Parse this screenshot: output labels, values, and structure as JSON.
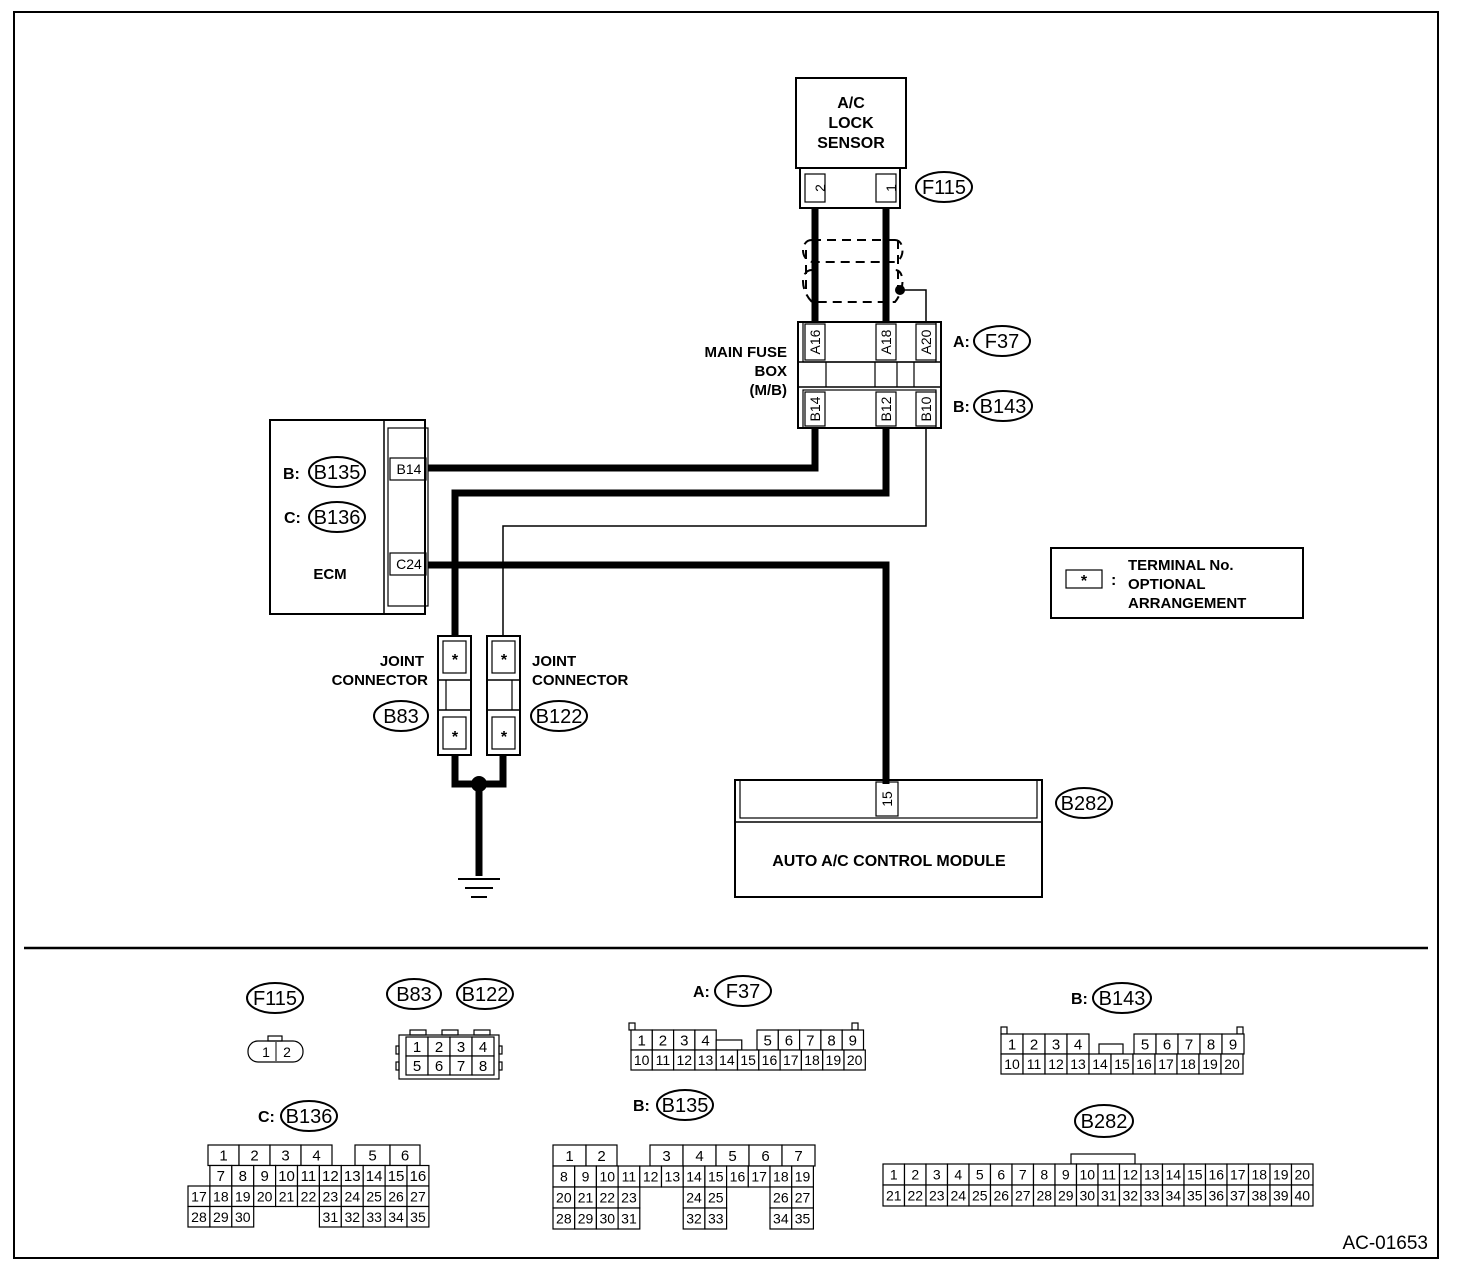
{
  "diagram": {
    "sensor": {
      "lines": [
        "A/C",
        "LOCK",
        "SENSOR"
      ],
      "connector": "F115",
      "pin_left": "2",
      "pin_right": "1"
    },
    "main_fuse_box": {
      "lines": [
        "MAIN FUSE",
        "BOX",
        "(M/B)"
      ],
      "conn_a_prefix": "A:",
      "conn_a": "F37",
      "conn_b_prefix": "B:",
      "conn_b": "B143",
      "pins_a": [
        "A16",
        "A18",
        "A20"
      ],
      "pins_b": [
        "B14",
        "B12",
        "B10"
      ]
    },
    "ecm": {
      "label": "ECM",
      "conn_b_prefix": "B:",
      "conn_b": "B135",
      "conn_c_prefix": "C:",
      "conn_c": "B136",
      "pin_b14": "B14",
      "pin_c24": "C24"
    },
    "joint_left": {
      "lines": [
        "JOINT",
        "CONNECTOR"
      ],
      "connector": "B83",
      "pin": "*"
    },
    "joint_right": {
      "lines": [
        "JOINT",
        "CONNECTOR"
      ],
      "connector": "B122",
      "pin": "*"
    },
    "module": {
      "label": "AUTO A/C CONTROL MODULE",
      "connector": "B282",
      "pin": "15"
    },
    "legend": {
      "symbol": "*",
      "colon": ":",
      "lines": [
        "TERMINAL No.",
        "OPTIONAL",
        "ARRANGEMENT"
      ]
    },
    "figure_id": "AC-01653"
  },
  "connector_views": {
    "f115": {
      "label": "F115",
      "pins": [
        "1",
        "2"
      ]
    },
    "b83_b122": {
      "labels": [
        "B83",
        "B122"
      ],
      "row1": [
        "1",
        "2",
        "3",
        "4"
      ],
      "row2": [
        "5",
        "6",
        "7",
        "8"
      ]
    },
    "f37": {
      "prefix": "A:",
      "label": "F37",
      "row1": [
        "1",
        "2",
        "3",
        "4",
        "",
        "5",
        "6",
        "7",
        "8",
        "9"
      ],
      "row2": [
        "10",
        "11",
        "12",
        "13",
        "14",
        "15",
        "16",
        "17",
        "18",
        "19",
        "20"
      ]
    },
    "b143": {
      "prefix": "B:",
      "label": "B143",
      "row1": [
        "1",
        "2",
        "3",
        "4",
        "",
        "5",
        "6",
        "7",
        "8",
        "9"
      ],
      "row2": [
        "10",
        "11",
        "12",
        "13",
        "14",
        "15",
        "16",
        "17",
        "18",
        "19",
        "20"
      ]
    },
    "b136": {
      "prefix": "C:",
      "label": "B136",
      "rows": [
        [
          "",
          "1",
          "2",
          "3",
          "4",
          "",
          "5",
          "6"
        ],
        [
          "",
          "7",
          "8",
          "9",
          "10",
          "11",
          "12",
          "13",
          "14",
          "15",
          "16"
        ],
        [
          "17",
          "18",
          "19",
          "20",
          "21",
          "22",
          "23",
          "24",
          "25",
          "26",
          "27"
        ],
        [
          "28",
          "29",
          "30",
          "",
          "",
          "31",
          "32",
          "33",
          "34",
          "35"
        ]
      ]
    },
    "b135": {
      "prefix": "B:",
      "label": "B135",
      "rows": [
        [
          "1",
          "2",
          "",
          "3",
          "4",
          "5",
          "6",
          "7"
        ],
        [
          "8",
          "9",
          "10",
          "11",
          "12",
          "13",
          "14",
          "15",
          "16",
          "17",
          "18",
          "19"
        ],
        [
          "20",
          "21",
          "22",
          "23",
          "",
          "24",
          "25",
          "",
          "26",
          "27"
        ],
        [
          "28",
          "29",
          "30",
          "31",
          "",
          "32",
          "33",
          "",
          "34",
          "35"
        ]
      ]
    },
    "b282": {
      "label": "B282",
      "row1": [
        "1",
        "2",
        "3",
        "4",
        "5",
        "6",
        "7",
        "8",
        "9",
        "10",
        "11",
        "12",
        "13",
        "14",
        "15",
        "16",
        "17",
        "18",
        "19",
        "20"
      ],
      "row2": [
        "21",
        "22",
        "23",
        "24",
        "25",
        "26",
        "27",
        "28",
        "29",
        "30",
        "31",
        "32",
        "33",
        "34",
        "35",
        "36",
        "37",
        "38",
        "39",
        "40"
      ]
    }
  }
}
